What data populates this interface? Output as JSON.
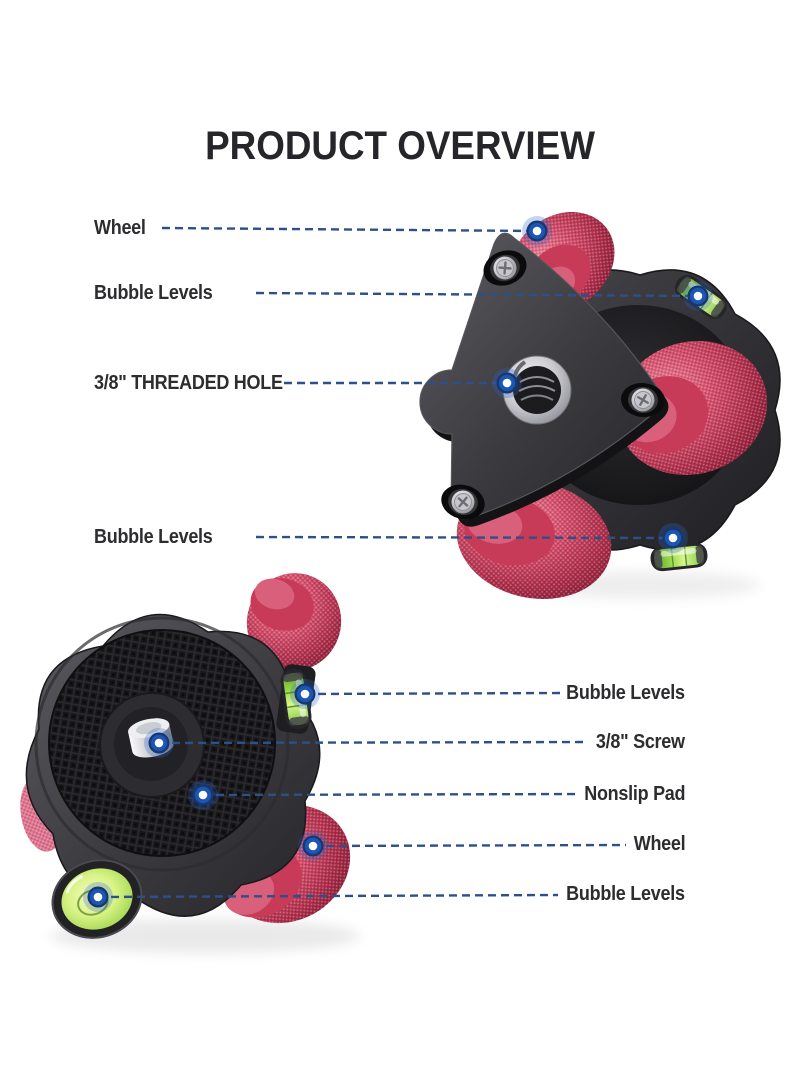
{
  "title": "PRODUCT OVERVIEW",
  "callouts": {
    "left": [
      {
        "label": "Wheel"
      },
      {
        "label": "Bubble Levels"
      },
      {
        "label": "3/8\" THREADED HOLE"
      },
      {
        "label": "Bubble Levels"
      }
    ],
    "right": [
      {
        "label": "Bubble Levels"
      },
      {
        "label": "3/8\" Screw"
      },
      {
        "label": "Nonslip Pad"
      },
      {
        "label": "Wheel"
      },
      {
        "label": "Bubble Levels"
      }
    ]
  },
  "colors": {
    "background": "#ffffff",
    "title_text": "#26262a",
    "label_text": "#2d2d30",
    "leader_line": "#2b508a",
    "callout_dot_blue": "#1d55b4",
    "callout_dot_center": "#ffffff",
    "wheel_red": "#d44f6b",
    "bubble_level_green": "#9fdd4e",
    "plate_dark_gray": "#3a3a3f",
    "pad_black": "#17171a",
    "screw_silver": "#c9c9cf"
  }
}
